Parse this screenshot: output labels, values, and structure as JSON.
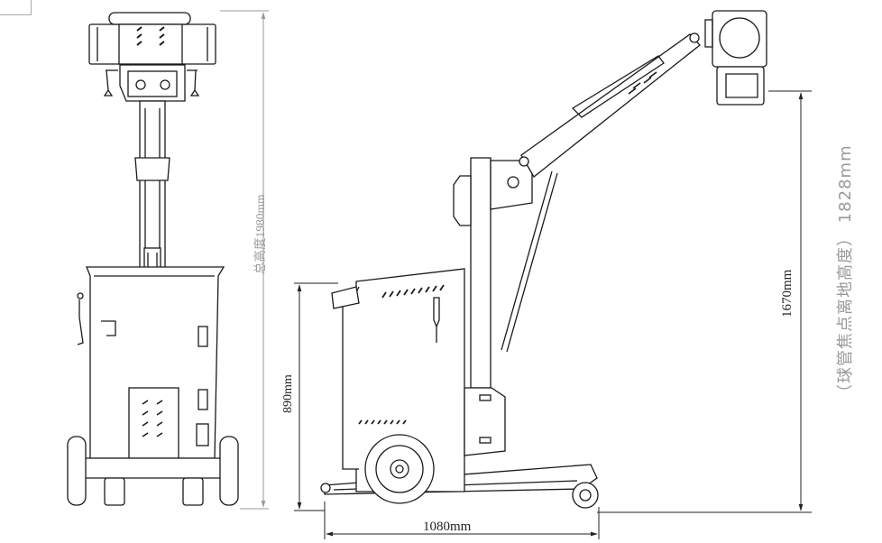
{
  "annotations": {
    "total_height": "总高度1980mm",
    "base_height": "890mm",
    "arm_height": "1670mm",
    "focal_height": "（球管焦点离地高度） 1828mm",
    "depth": "1080mm"
  },
  "colors": {
    "line": "#1a1a1a",
    "dimension_gray": "#9a9a9a"
  }
}
